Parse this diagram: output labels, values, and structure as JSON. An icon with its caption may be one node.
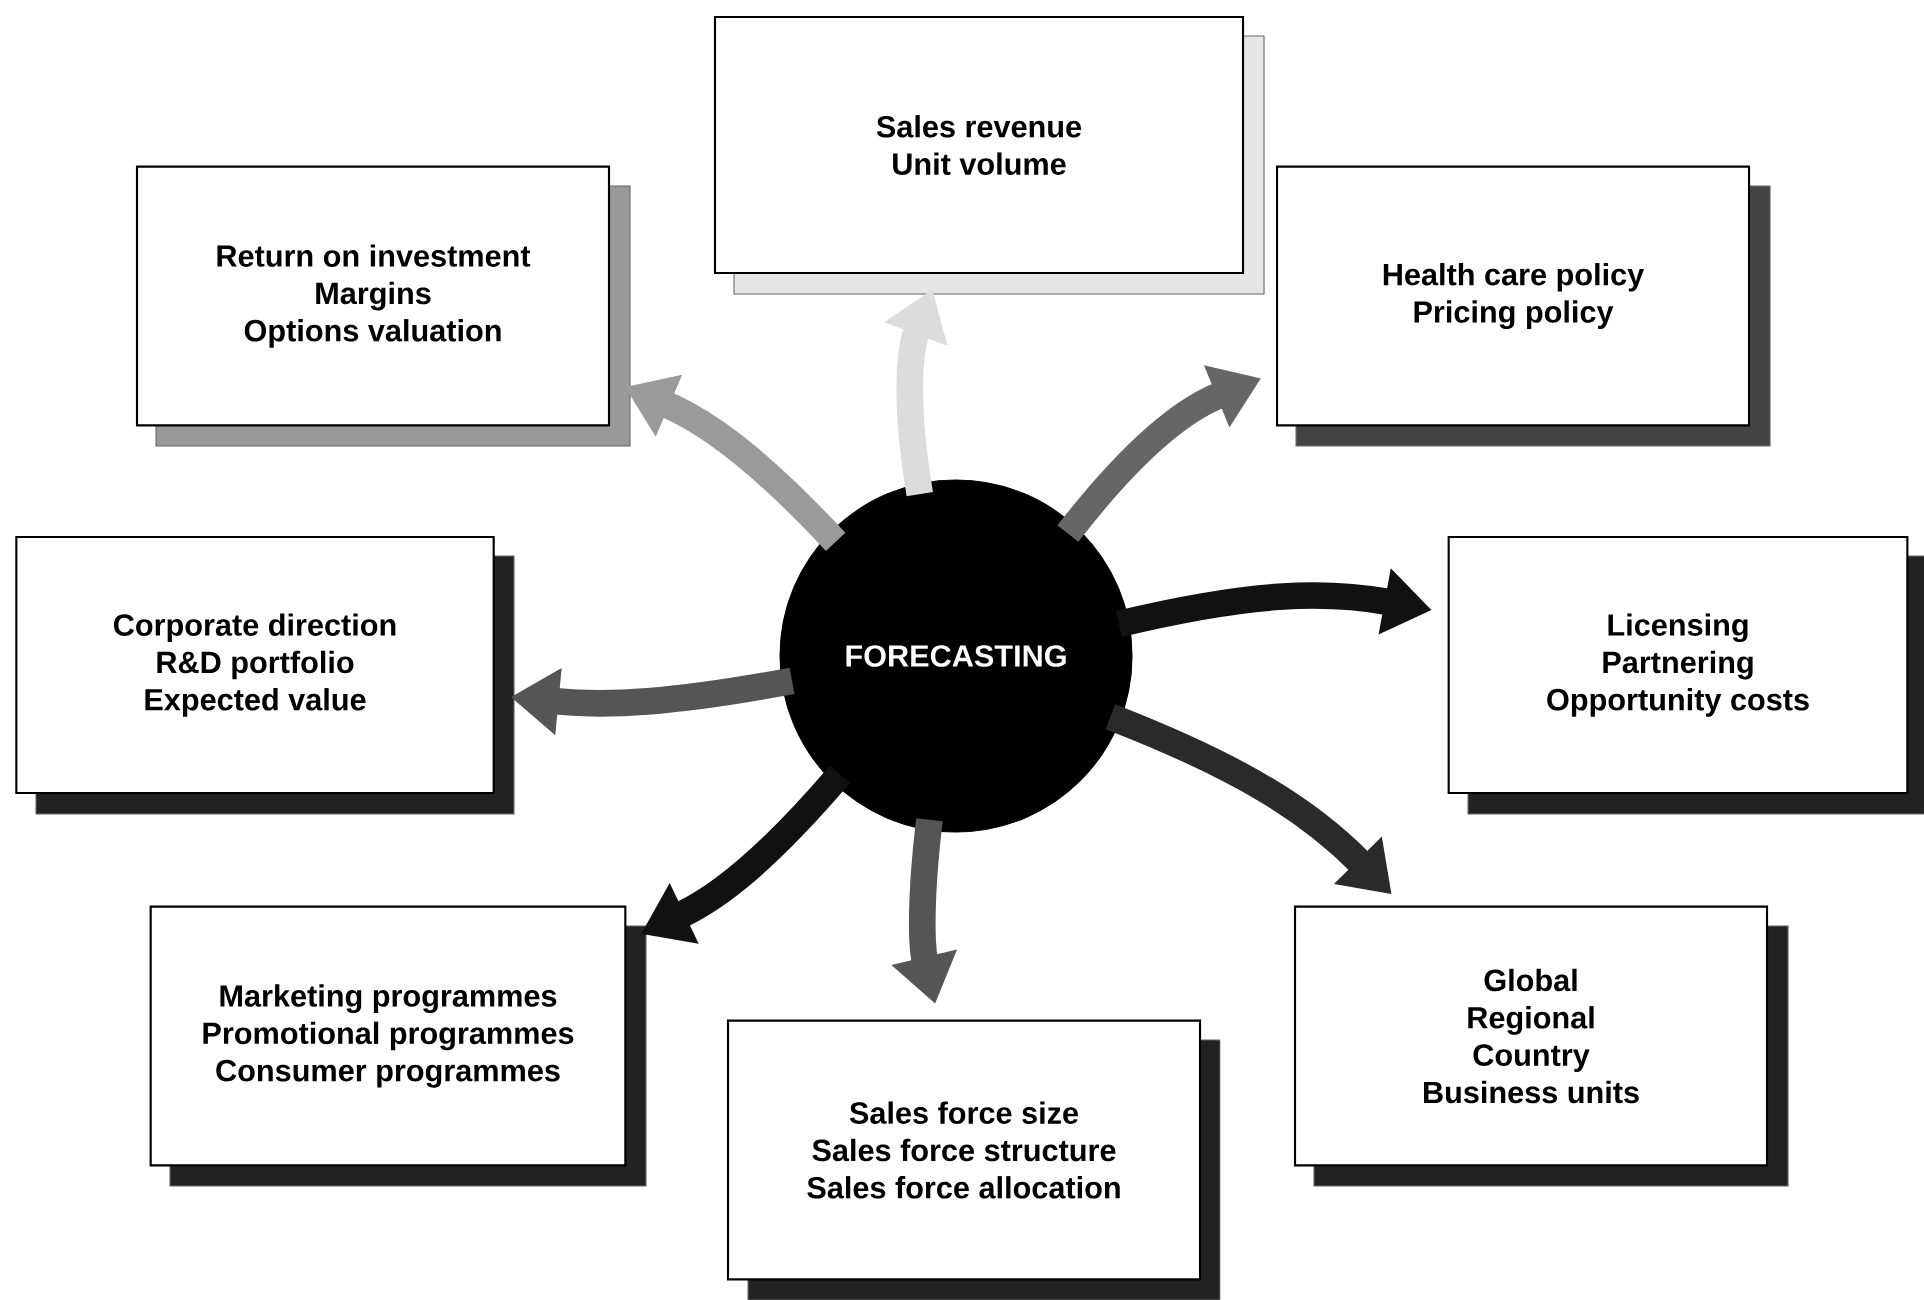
{
  "diagram": {
    "nodes": [
      {
        "text": [
          "FORECASTING"
        ]
      },
      {
        "text": [
          "Sales revenue",
          "Unit volume"
        ]
      },
      {
        "text": [
          "Return on investment",
          "Margins",
          "Options valuation"
        ]
      },
      {
        "text": [
          "Health care policy",
          "Pricing policy"
        ]
      },
      {
        "text": [
          "Corporate direction",
          "R&D portfolio",
          "Expected value"
        ]
      },
      {
        "text": [
          "Licensing",
          "Partnering",
          "Opportunity costs"
        ]
      },
      {
        "text": [
          "Marketing programmes",
          "Promotional programmes",
          "Consumer programmes"
        ]
      },
      {
        "text": [
          "Global",
          "Regional",
          "Country",
          "Business units"
        ]
      },
      {
        "text": [
          "Sales force size",
          "Sales force structure",
          "Sales force allocation"
        ]
      }
    ],
    "edges": [
      {
        "from": 0,
        "to": 1,
        "arrow": "to",
        "color": "#dcdcdc"
      },
      {
        "from": 0,
        "to": 2,
        "arrow": "to",
        "color": "#9a9a9a"
      },
      {
        "from": 0,
        "to": 3,
        "arrow": "to",
        "color": "#666666"
      },
      {
        "from": 0,
        "to": 4,
        "arrow": "to",
        "color": "#555555"
      },
      {
        "from": 0,
        "to": 5,
        "arrow": "to",
        "color": "#111111"
      },
      {
        "from": 0,
        "to": 6,
        "arrow": "to",
        "color": "#111111"
      },
      {
        "from": 0,
        "to": 7,
        "arrow": "to",
        "color": "#2a2a2a"
      },
      {
        "from": 0,
        "to": 8,
        "arrow": "to",
        "color": "#555555"
      }
    ]
  }
}
